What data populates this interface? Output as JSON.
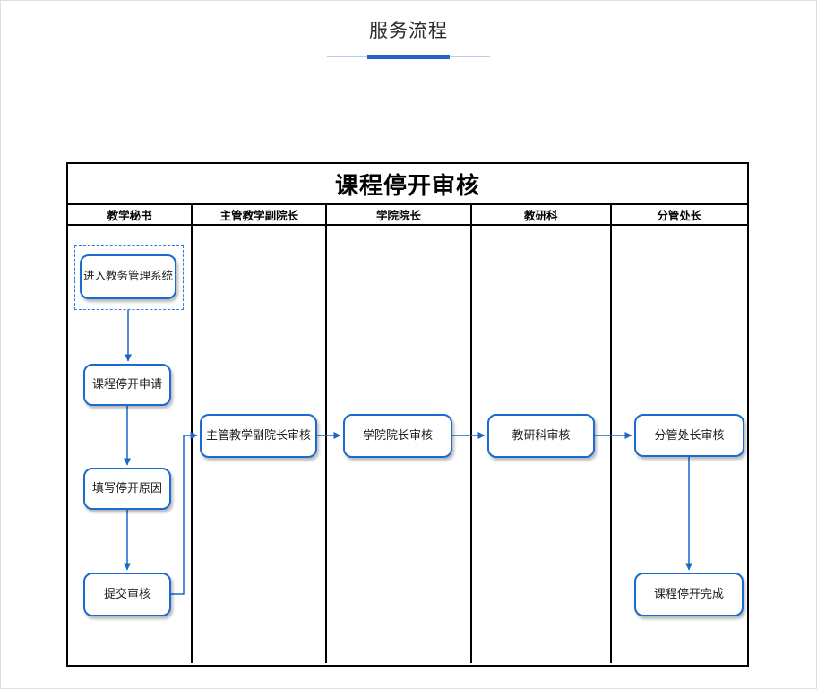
{
  "page": {
    "section_title": "服务流程"
  },
  "flowchart": {
    "title": "课程停开审核",
    "lanes": [
      {
        "label": "教学秘书"
      },
      {
        "label": "主管教学副院长"
      },
      {
        "label": "学院院长"
      },
      {
        "label": "教研科"
      },
      {
        "label": "分管处长"
      }
    ],
    "nodes": [
      {
        "id": "enter-edu-system",
        "label": "进入教务管理系统",
        "lane": "教学秘书",
        "type": "start"
      },
      {
        "id": "course-stop-application",
        "label": "课程停开申请",
        "lane": "教学秘书",
        "type": "step"
      },
      {
        "id": "fill-stop-reason",
        "label": "填写停开原因",
        "lane": "教学秘书",
        "type": "step"
      },
      {
        "id": "submit-review",
        "label": "提交审核",
        "lane": "教学秘书",
        "type": "step"
      },
      {
        "id": "vice-dean-review",
        "label": "主管教学副院长审核",
        "lane": "主管教学副院长",
        "type": "step"
      },
      {
        "id": "dean-review",
        "label": "学院院长审核",
        "lane": "学院院长",
        "type": "step"
      },
      {
        "id": "teaching-research-review",
        "label": "教研科审核",
        "lane": "教研科",
        "type": "step"
      },
      {
        "id": "division-director-review",
        "label": "分管处长审核",
        "lane": "分管处长",
        "type": "step"
      },
      {
        "id": "course-stop-complete",
        "label": "课程停开完成",
        "lane": "分管处长",
        "type": "end"
      }
    ],
    "edges": [
      {
        "from": "enter-edu-system",
        "to": "course-stop-application"
      },
      {
        "from": "course-stop-application",
        "to": "fill-stop-reason"
      },
      {
        "from": "fill-stop-reason",
        "to": "submit-review"
      },
      {
        "from": "submit-review",
        "to": "vice-dean-review"
      },
      {
        "from": "vice-dean-review",
        "to": "dean-review"
      },
      {
        "from": "dean-review",
        "to": "teaching-research-review"
      },
      {
        "from": "teaching-research-review",
        "to": "division-director-review"
      },
      {
        "from": "division-director-review",
        "to": "course-stop-complete"
      }
    ],
    "colors": {
      "node_border": "#1a6ad1",
      "arrow": "#1a66cc",
      "table_border": "#000000",
      "underline_thick": "#2263c6",
      "underline_thin": "#b9cde8"
    }
  }
}
